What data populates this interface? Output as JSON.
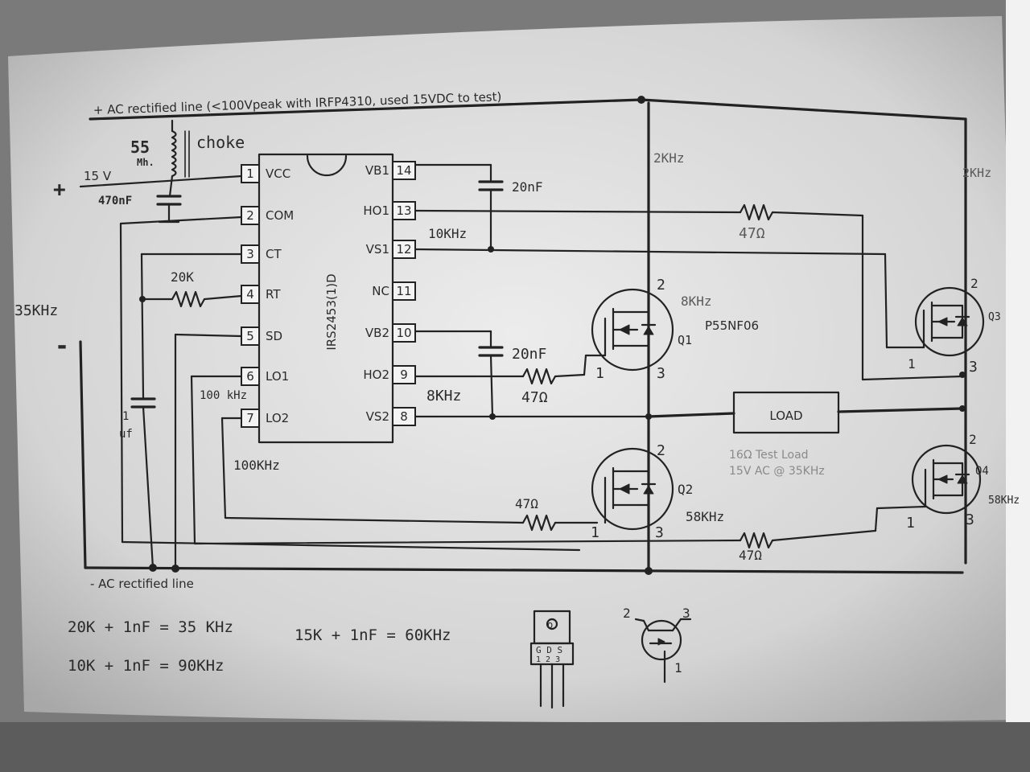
{
  "colors": {
    "background": "#7a7a7a",
    "paper": "#e6e6e6",
    "ink": "#222222",
    "binder_edge": "#f2f2f2"
  },
  "title_note": "+ AC rectified line  (<100Vpeak with IRFP4310, used 15VDC to test)",
  "bottom_rail_note": "- AC rectified line",
  "chip": {
    "name": "IRS2453(1)D",
    "left_pins": [
      {
        "num": "1",
        "label": "VCC"
      },
      {
        "num": "2",
        "label": "COM"
      },
      {
        "num": "3",
        "label": "CT"
      },
      {
        "num": "4",
        "label": "RT"
      },
      {
        "num": "5",
        "label": "SD"
      },
      {
        "num": "6",
        "label": "LO1"
      },
      {
        "num": "7",
        "label": "LO2"
      }
    ],
    "right_pins": [
      {
        "num": "14",
        "label": "VB1"
      },
      {
        "num": "13",
        "label": "HO1"
      },
      {
        "num": "12",
        "label": "VS1"
      },
      {
        "num": "11",
        "label": "NC"
      },
      {
        "num": "10",
        "label": "VB2"
      },
      {
        "num": "9",
        "label": "HO2"
      },
      {
        "num": "8",
        "label": "VS2"
      }
    ]
  },
  "components": {
    "choke_value": "55",
    "choke_unit": "Mh.",
    "choke_label": "choke",
    "supply_plus": "+",
    "supply_voltage": "15 V",
    "cap_470": "470nF",
    "res_rt": "20K",
    "cap_ct_value": "1",
    "cap_ct_unit": "uf",
    "minus_sign": "-",
    "boot_cap_1": "20nF",
    "boot_cap_2": "20nF",
    "gate_res_q3": "47",
    "gate_res_q1": "47",
    "gate_res_q2": "47",
    "gate_res_q4": "47",
    "ohm": "Ω",
    "load": "LOAD",
    "mosfet_part": "P55NF06",
    "test_load_line1": "16Ω Test Load",
    "test_load_line2": "15V AC @ 35KHz"
  },
  "transistors": {
    "q1": {
      "name": "Q1",
      "gate": "1",
      "drain": "2",
      "source": "3"
    },
    "q2": {
      "name": "Q2",
      "gate": "1",
      "drain": "2",
      "source": "3"
    },
    "q3": {
      "name": "Q3",
      "gate": "1",
      "drain": "2",
      "source": "3"
    },
    "q4": {
      "name": "Q4",
      "gate": "1",
      "drain": "2",
      "source": "3"
    }
  },
  "frequency_notes": {
    "left": "35KHz",
    "center_top": "2KHz",
    "right_top": "2KHz",
    "ho1": "10KHz",
    "q1_drain": "8KHz",
    "ho2": "8KHz",
    "lo2_pin": "100 kHz",
    "lo2_below": "100KHz",
    "q2_gate": "58KHz",
    "q4_right": "58KHz"
  },
  "formulas": [
    "20K + 1nF = 35 KHz",
    "10K + 1nF = 90KHz",
    "15K + 1nF = 60KHz"
  ],
  "package": {
    "tab_hole": "o",
    "pin_letters": "G D S",
    "pin_numbers": "1 2 3"
  },
  "symbol_key": {
    "drain": "2",
    "source": "3",
    "gate": "1"
  }
}
